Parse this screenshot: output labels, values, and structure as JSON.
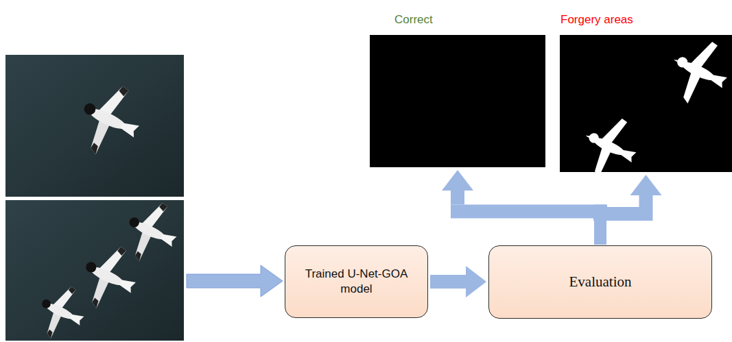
{
  "diagram": {
    "nodes": [
      {
        "text": [
          "Correct"
        ]
      },
      {
        "text": [
          "Forgery areas"
        ]
      },
      {
        "text": [
          "Trained U-Net-GOA model"
        ]
      },
      {
        "text": [
          "Evaluation"
        ]
      }
    ],
    "edges": [
      {
        "from": 2,
        "to": 3,
        "arrow": "to"
      },
      {
        "from": 3,
        "to": 0,
        "arrow": "to"
      },
      {
        "from": 3,
        "to": 1,
        "arrow": "to"
      }
    ]
  }
}
